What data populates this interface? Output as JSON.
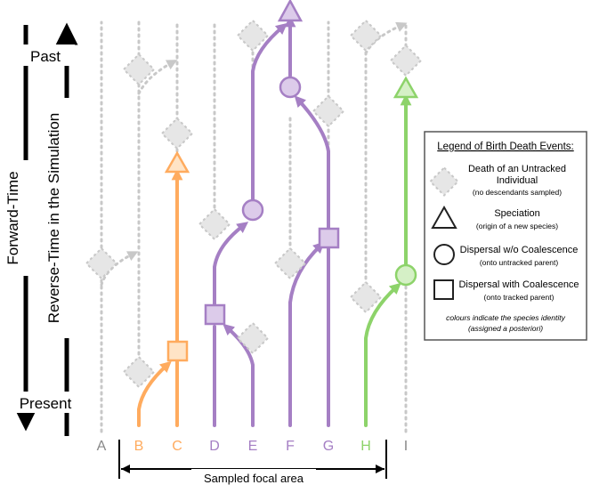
{
  "axis": {
    "forward_time_label": "Forward-Time",
    "reverse_time_label": "Reverse-Time in the Simulation",
    "past_label": "Past",
    "present_label": "Present"
  },
  "lineages": [
    {
      "label": "A",
      "species_color": "#888888",
      "sampled": false
    },
    {
      "label": "B",
      "species_color": "#ffab5e",
      "sampled": true
    },
    {
      "label": "C",
      "species_color": "#ffab5e",
      "sampled": true
    },
    {
      "label": "D",
      "species_color": "#a57fc4",
      "sampled": true
    },
    {
      "label": "E",
      "species_color": "#a57fc4",
      "sampled": true
    },
    {
      "label": "F",
      "species_color": "#a57fc4",
      "sampled": true
    },
    {
      "label": "G",
      "species_color": "#a57fc4",
      "sampled": true
    },
    {
      "label": "H",
      "species_color": "#8dd36a",
      "sampled": true
    },
    {
      "label": "I",
      "species_color": "#888888",
      "sampled": false
    }
  ],
  "sampled_area": {
    "label": "Sampled focal area"
  },
  "legend": {
    "title": "Legend of Birth Death Events:",
    "items": [
      {
        "icon": "diamond-icon",
        "label_line1": "Death of an Untracked",
        "label_line2": "Individual",
        "note": "(no descendants sampled)"
      },
      {
        "icon": "triangle-icon",
        "label_line1": "Speciation",
        "label_line2": "",
        "note": "(origin of a new species)"
      },
      {
        "icon": "circle-icon",
        "label_line1": "Dispersal w/o Coalescence",
        "label_line2": "",
        "note": "(onto untracked parent)"
      },
      {
        "icon": "square-icon",
        "label_line1": "Dispersal with Coalescence",
        "label_line2": "",
        "note": "(onto tracked parent)"
      }
    ],
    "footnote_line1": "colours indicate the species identity",
    "footnote_line2": "(assigned a posteriori)"
  },
  "colors": {
    "orange": "#ffab5e",
    "orange_fill": "#ffe4c6",
    "purple": "#a57fc4",
    "purple_fill": "#dccbea",
    "green": "#8dd36a",
    "green_fill": "#d5f0c6",
    "grey_dotted": "#c8c8c8",
    "untracked_fill": "#e6e6e6",
    "axis": "#000000"
  }
}
